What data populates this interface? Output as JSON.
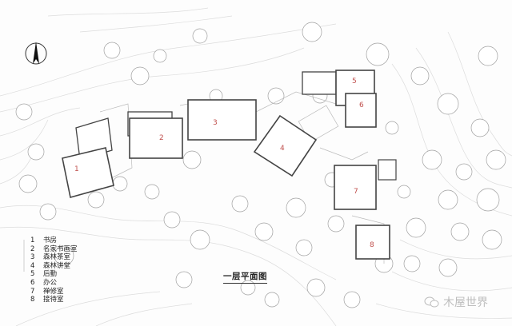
{
  "drawing": {
    "title": "一层平面图",
    "north_arrow": "north-arrow"
  },
  "legend": {
    "items": [
      {
        "num": "1",
        "label": "书房"
      },
      {
        "num": "2",
        "label": "名家书画室"
      },
      {
        "num": "3",
        "label": "森林茶室"
      },
      {
        "num": "4",
        "label": "森林讲堂"
      },
      {
        "num": "5",
        "label": "后勤"
      },
      {
        "num": "6",
        "label": "办公"
      },
      {
        "num": "7",
        "label": "禅修室"
      },
      {
        "num": "8",
        "label": "接待室"
      }
    ]
  },
  "rooms": {
    "r1": "1",
    "r2": "2",
    "r3": "3",
    "r4": "4",
    "r5": "5",
    "r6": "6",
    "r7": "7",
    "r8": "8"
  },
  "watermark": {
    "icon": "wechat-icon",
    "text": "木屋世界"
  },
  "colors": {
    "wall": "#444444",
    "contour": "#d8d8d8",
    "tree": "#9a9a9a",
    "room_number": "#c0504d"
  }
}
